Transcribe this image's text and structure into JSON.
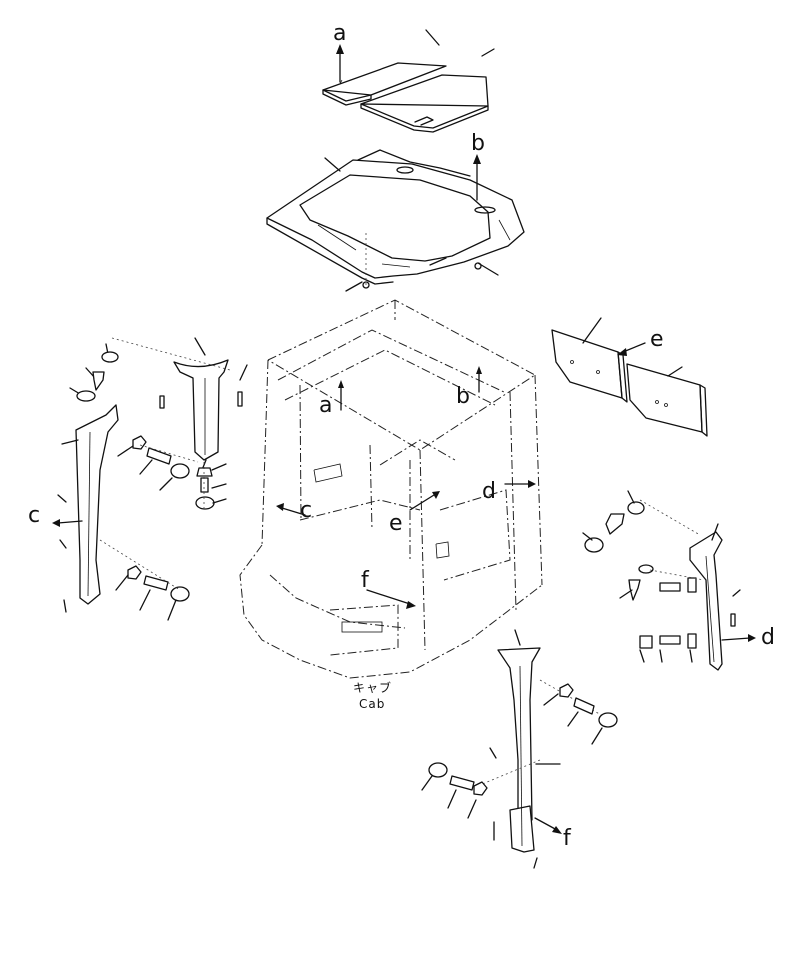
{
  "diagram": {
    "cab_label_jp": "キャブ",
    "cab_label_en": "Cab",
    "view_letters": {
      "a": "a",
      "b": "b",
      "c": "c",
      "d": "d",
      "e": "e",
      "f": "f"
    }
  }
}
